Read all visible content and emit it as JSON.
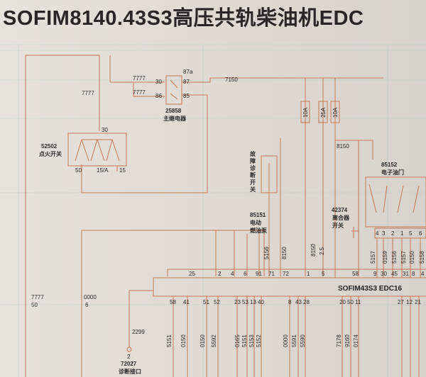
{
  "title": "SOFIM8140.43S3高压共轨柴油机EDC",
  "colors": {
    "wire": "#c8744e",
    "grid": "#b5c9c8",
    "ink": "#2a2a2a"
  },
  "relay": {
    "code": "25858",
    "name": "主继电器",
    "pins": [
      "87a",
      "30",
      "87",
      "86",
      "85"
    ]
  },
  "ignition_switch": {
    "code": "52502",
    "name": "点火开关",
    "pins": [
      "30",
      "50",
      "15/A",
      "15"
    ]
  },
  "fault_lamp": {
    "name": [
      "故",
      "障",
      "诊",
      "断",
      "开",
      "关"
    ]
  },
  "pump": {
    "code": "85151",
    "name_line1": "电动",
    "name_line2": "燃油泵"
  },
  "clutch": {
    "code": "42374",
    "name_line1": "离合器",
    "name_line2": "开关"
  },
  "throttle": {
    "code": "85152",
    "name": "电子油门"
  },
  "diag": {
    "code": "72027",
    "name": "诊断接口",
    "pin": "2",
    "wire": "2299"
  },
  "fuses": [
    "10A",
    "25A",
    "10A"
  ],
  "wires": {
    "w7777": "7777",
    "w7150": "7150",
    "w8150": "8150",
    "w5156": "5156",
    "w8150b": "8150",
    "w8150c": "8150",
    "w25": "2.5",
    "w0000": "0000",
    "w6": "6",
    "w50": "50",
    "throttle_wires": [
      "5157",
      "0159",
      "5156",
      "5157",
      "0150",
      "5158"
    ],
    "throttle_pins": [
      "4",
      "3",
      "2",
      "1",
      "5",
      "6"
    ]
  },
  "ecu": {
    "name": "SOFIM43S3 EDC16",
    "top_pins": [
      "25",
      "2",
      "4",
      "6",
      "91",
      "71",
      "72",
      "1",
      "5",
      "58",
      "9",
      "30",
      "45",
      "31",
      "8",
      "4"
    ],
    "bottom_pins": [
      "58",
      "41",
      "51",
      "52",
      "23",
      "53",
      "13",
      "40",
      "8",
      "43",
      "28",
      "20",
      "50",
      "11",
      "27",
      "12",
      "21"
    ],
    "bottom_wires": [
      "5151",
      "0150",
      "0150",
      "5592",
      "0165",
      "5151",
      "5153",
      "5152",
      "0000",
      "5591",
      "5590",
      "7178",
      "9160",
      "0174"
    ]
  }
}
